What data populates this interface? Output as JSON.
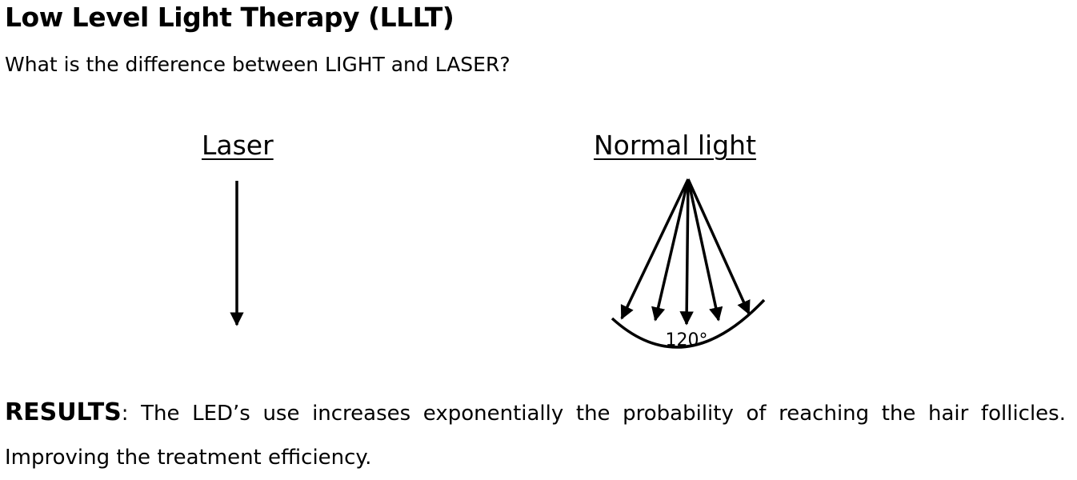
{
  "title": "Low Level Light Therapy (LLLT)",
  "subtitle": "What is the difference between LIGHT and LASER?",
  "diagram": {
    "laser_label": "Laser",
    "normal_label": "Normal light",
    "angle_label": "120°"
  },
  "results": {
    "heading": "RESULTS",
    "separator": ":",
    "text": " The LED’s use increases exponentially the probability of reaching the hair follicles. Improving the treatment efficiency."
  }
}
